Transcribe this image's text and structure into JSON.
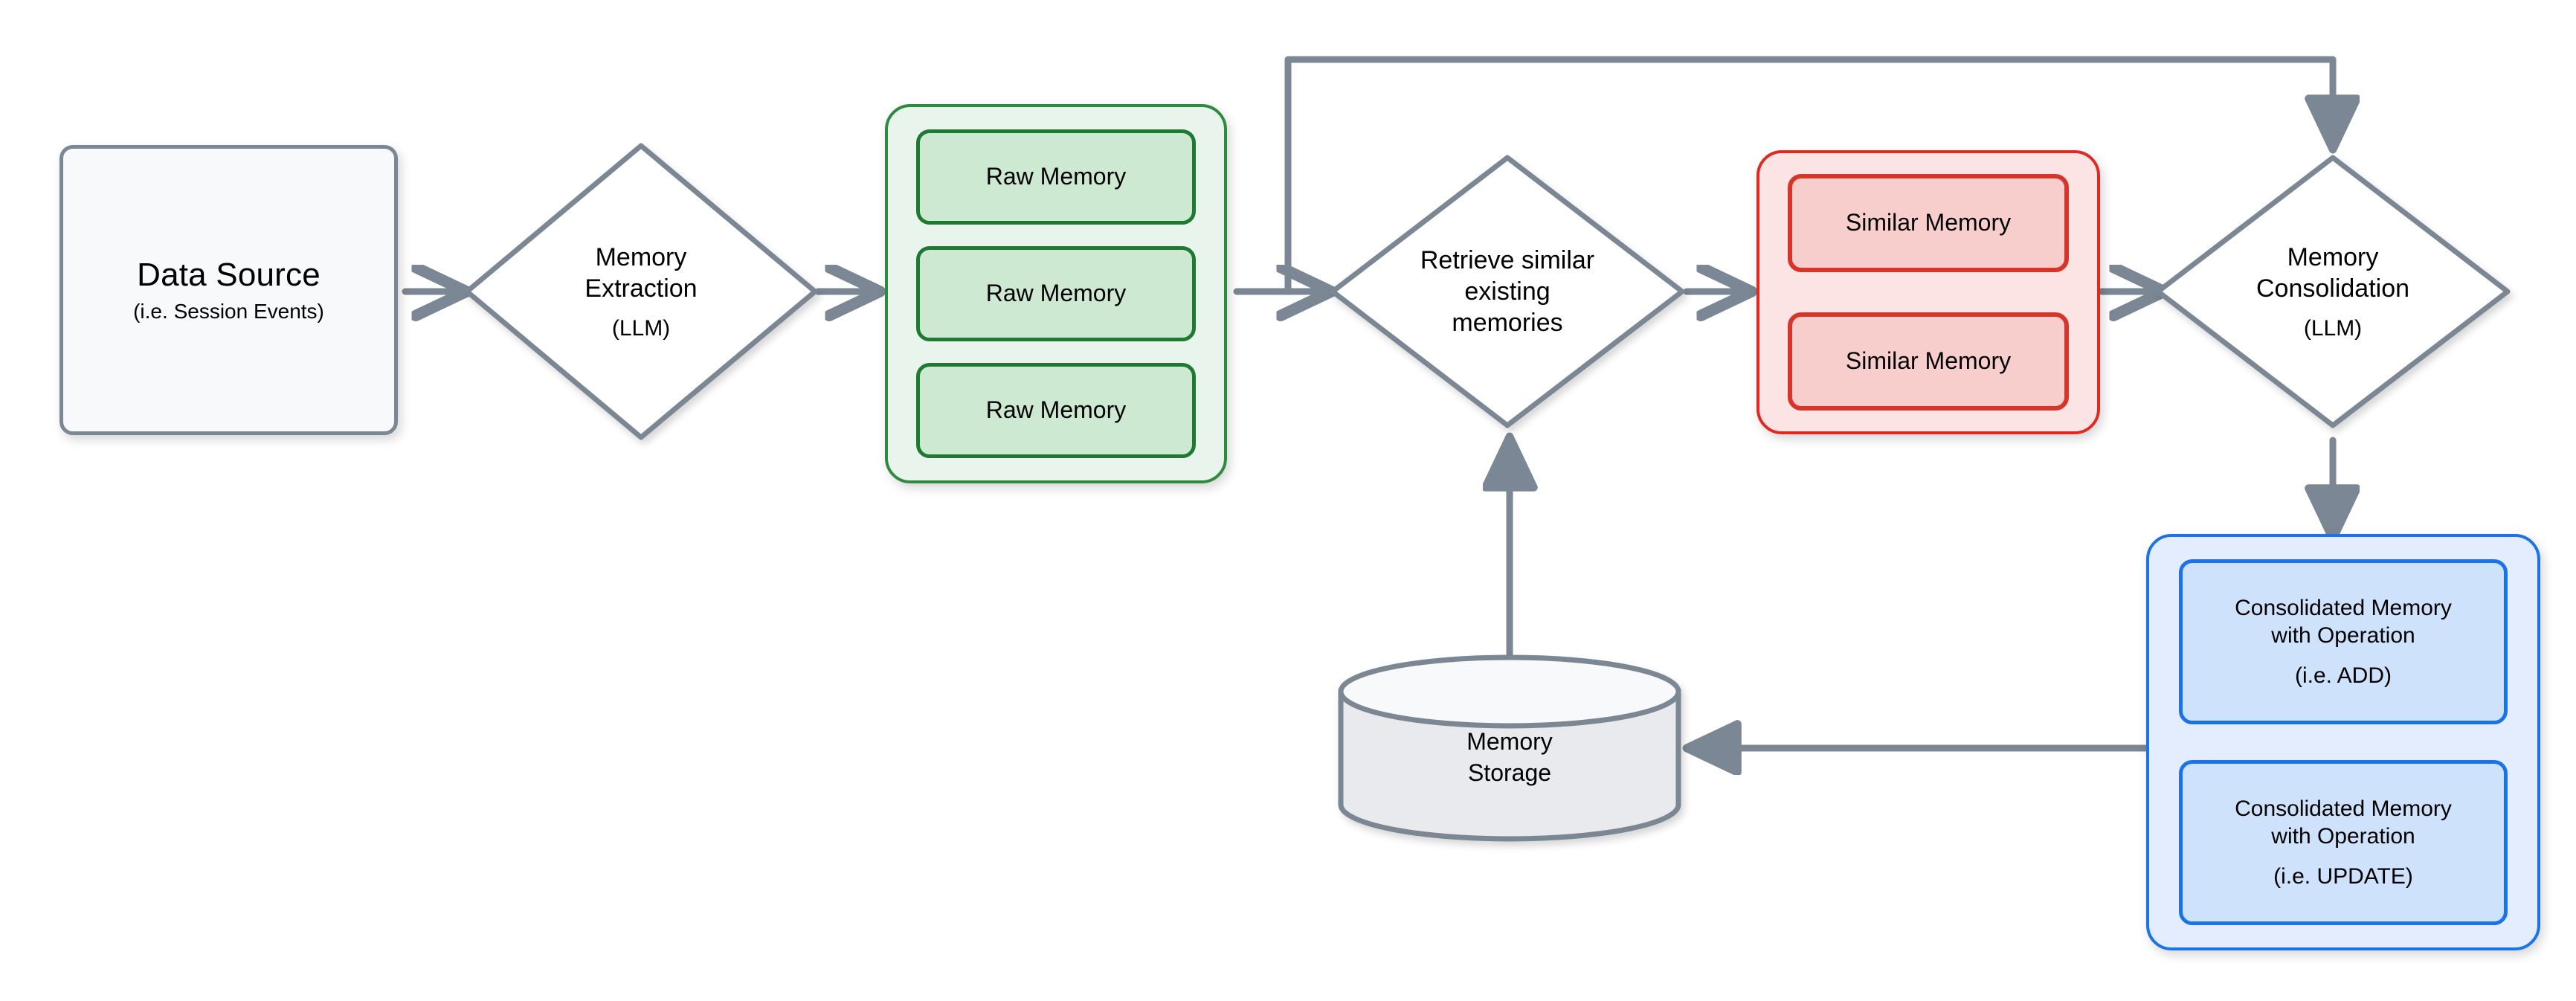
{
  "diagram": {
    "title": "Memory pipeline flow diagram",
    "colors": {
      "edge": "#7b8794",
      "green_border": "#2e8b3d",
      "green_fill": "#e9f5ec",
      "green_chip_fill": "#cde9d2",
      "green_chip_border": "#1e7a32",
      "red_border": "#e02a21",
      "red_fill": "#fbe4e3",
      "red_chip_fill": "#f8cecc",
      "red_chip_border": "#d7342a",
      "blue_border": "#1a73e8",
      "blue_fill": "#e3edfd",
      "blue_chip_fill": "#cfe2fc",
      "node_border": "#7b8794",
      "node_fill": "#f7f9fb"
    },
    "nodes": {
      "data_source": {
        "title": "Data Source",
        "subtitle": "(i.e. Session Events)"
      },
      "memory_extraction": {
        "title_line1": "Memory",
        "title_line2": "Extraction",
        "subtitle": "(LLM)"
      },
      "raw_memory_group": {
        "items": [
          {
            "label": "Raw Memory"
          },
          {
            "label": "Raw Memory"
          },
          {
            "label": "Raw Memory"
          }
        ]
      },
      "retrieve_similar": {
        "line1": "Retrieve similar",
        "line2": "existing",
        "line3": "memories"
      },
      "similar_memory_group": {
        "items": [
          {
            "label": "Similar Memory"
          },
          {
            "label": "Similar Memory"
          }
        ]
      },
      "memory_consolidation": {
        "title_line1": "Memory",
        "title_line2": "Consolidation",
        "subtitle": "(LLM)"
      },
      "consolidated_group": {
        "items": [
          {
            "line1": "Consolidated Memory",
            "line2": "with Operation",
            "operation": "(i.e. ADD)"
          },
          {
            "line1": "Consolidated Memory",
            "line2": "with Operation",
            "operation": "(i.e. UPDATE)"
          }
        ]
      },
      "memory_storage": {
        "line1": "Memory",
        "line2": "Storage"
      }
    },
    "edges": [
      {
        "name": "data-source-to-memory-extraction",
        "from": "data_source",
        "to": "memory_extraction",
        "direction": "right"
      },
      {
        "name": "memory-extraction-to-raw-memory",
        "from": "memory_extraction",
        "to": "raw_memory_group",
        "direction": "right"
      },
      {
        "name": "raw-memory-to-retrieve",
        "from": "raw_memory_group",
        "to": "retrieve_similar",
        "direction": "right"
      },
      {
        "name": "retrieve-to-similar-memory",
        "from": "retrieve_similar",
        "to": "similar_memory_group",
        "direction": "right"
      },
      {
        "name": "similar-memory-to-consolidation",
        "from": "similar_memory_group",
        "to": "memory_consolidation",
        "direction": "right"
      },
      {
        "name": "raw-memory-feedback-to-consolidation",
        "from": "raw_memory_group",
        "to": "memory_consolidation",
        "direction": "up-right-down"
      },
      {
        "name": "consolidation-to-consolidated-group",
        "from": "memory_consolidation",
        "to": "consolidated_group",
        "direction": "down"
      },
      {
        "name": "consolidated-group-to-storage",
        "from": "consolidated_group",
        "to": "memory_storage",
        "direction": "left"
      },
      {
        "name": "storage-to-retrieve",
        "from": "memory_storage",
        "to": "retrieve_similar",
        "direction": "up"
      }
    ]
  }
}
